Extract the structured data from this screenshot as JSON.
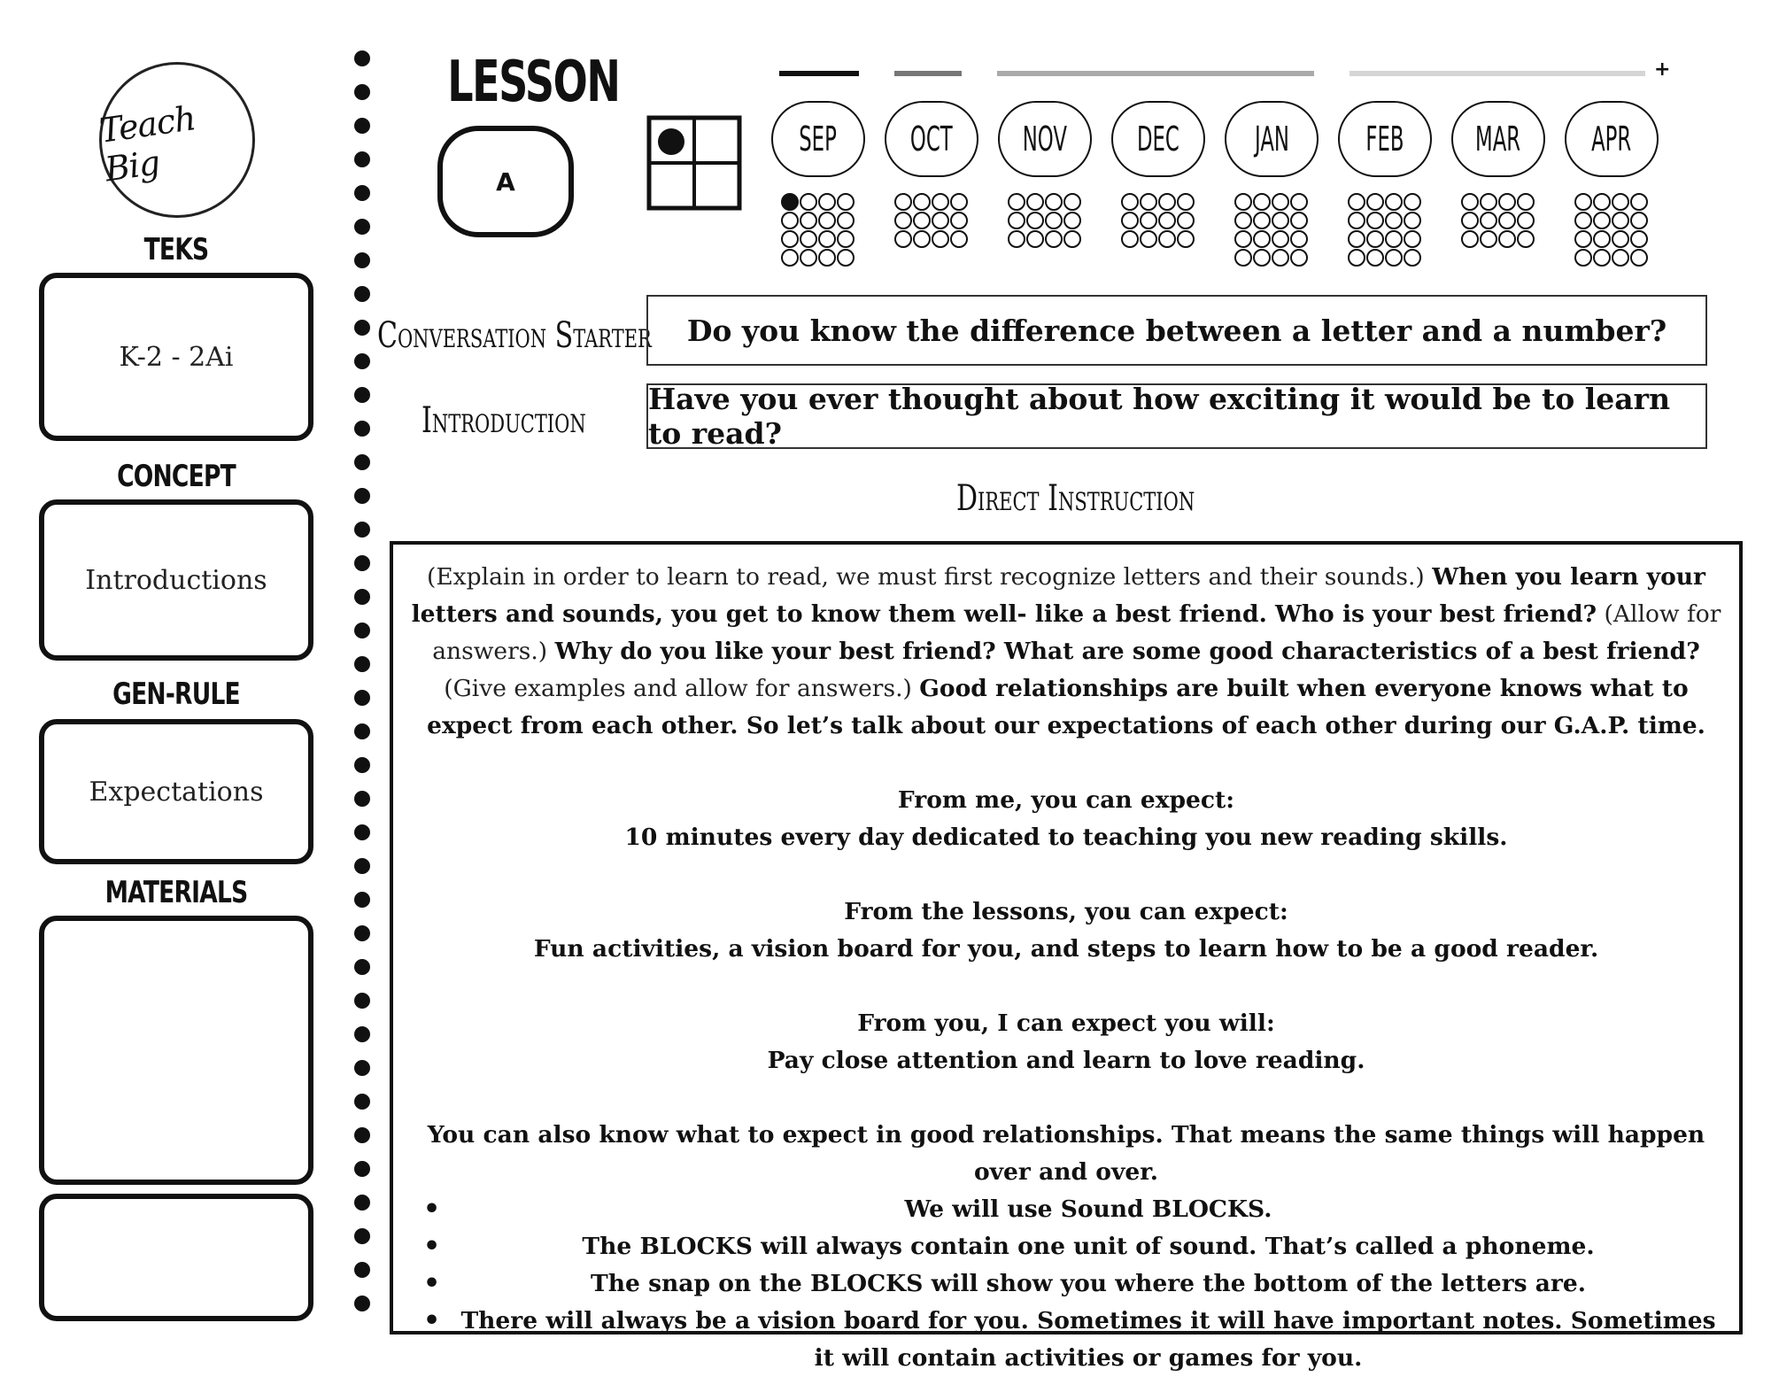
{
  "logo": {
    "text": "Teach Big"
  },
  "sidebar": {
    "teks_label": "TEKS",
    "teks_value": "K-2 - 2Ai",
    "concept_label": "CONCEPT",
    "concept_value": "Introductions",
    "genrule_label": "GEN-RULE",
    "genrule_value": "Expectations",
    "materials_label": "MATERIALS",
    "materials_value": "",
    "extra_value": ""
  },
  "lesson": {
    "title": "LESSON",
    "letter": "A"
  },
  "timeline": {
    "plus": "+",
    "months": [
      "SEP",
      "OCT",
      "NOV",
      "DEC",
      "JAN",
      "FEB",
      "MAR",
      "APR"
    ],
    "dot_rows": [
      4,
      3,
      3,
      3,
      4,
      4,
      3,
      4
    ],
    "bar_colors": [
      "#111111",
      "#777777",
      "#aaaaaa",
      "#d5d5d5"
    ]
  },
  "conversation": {
    "label": "Conversation Starter",
    "text": "Do you know the difference between a letter and a number?"
  },
  "introduction": {
    "label": "Introduction",
    "text": "Have you ever thought about how exciting it would be to learn to read?"
  },
  "direct_instruction": {
    "label": "Direct Instruction",
    "p1_a": "(Explain in order to learn to read, we must first recognize letters and their sounds.)",
    "p1_b": "When you learn your letters and sounds, you get to know them well- like a best friend. Who is your best friend?",
    "p1_c": "(Allow for answers.)",
    "p1_d": "Why do you like your best friend? What are some good characteristics of a best friend?",
    "p1_e": "(Give examples and allow for answers.)",
    "p1_f": "Good relationships are built when everyone knows what to expect from each other. So let’s talk about our expectations of each other during our G.A.P. time.",
    "me_heading": "From me, you can expect:",
    "me_text": "10 minutes every day dedicated to teaching you new reading skills.",
    "lessons_heading": "From the lessons, you can expect:",
    "lessons_text": "Fun activities, a vision board for you, and steps to learn how to be a good reader.",
    "you_heading": "From you, I can expect you will:",
    "you_text": "Pay close attention and learn to love reading.",
    "also_text": "You can also know what to expect in good relationships. That means the same things will happen over and over.",
    "bullets": [
      "We will use Sound BLOCKS.",
      "The BLOCKS will always contain one unit of sound. That’s called a phoneme.",
      "The snap on the BLOCKS will show you where the bottom of the letters are.",
      "There will always be a vision board for you. Sometimes it will have important notes. Sometimes it will contain activities or games for you."
    ]
  }
}
